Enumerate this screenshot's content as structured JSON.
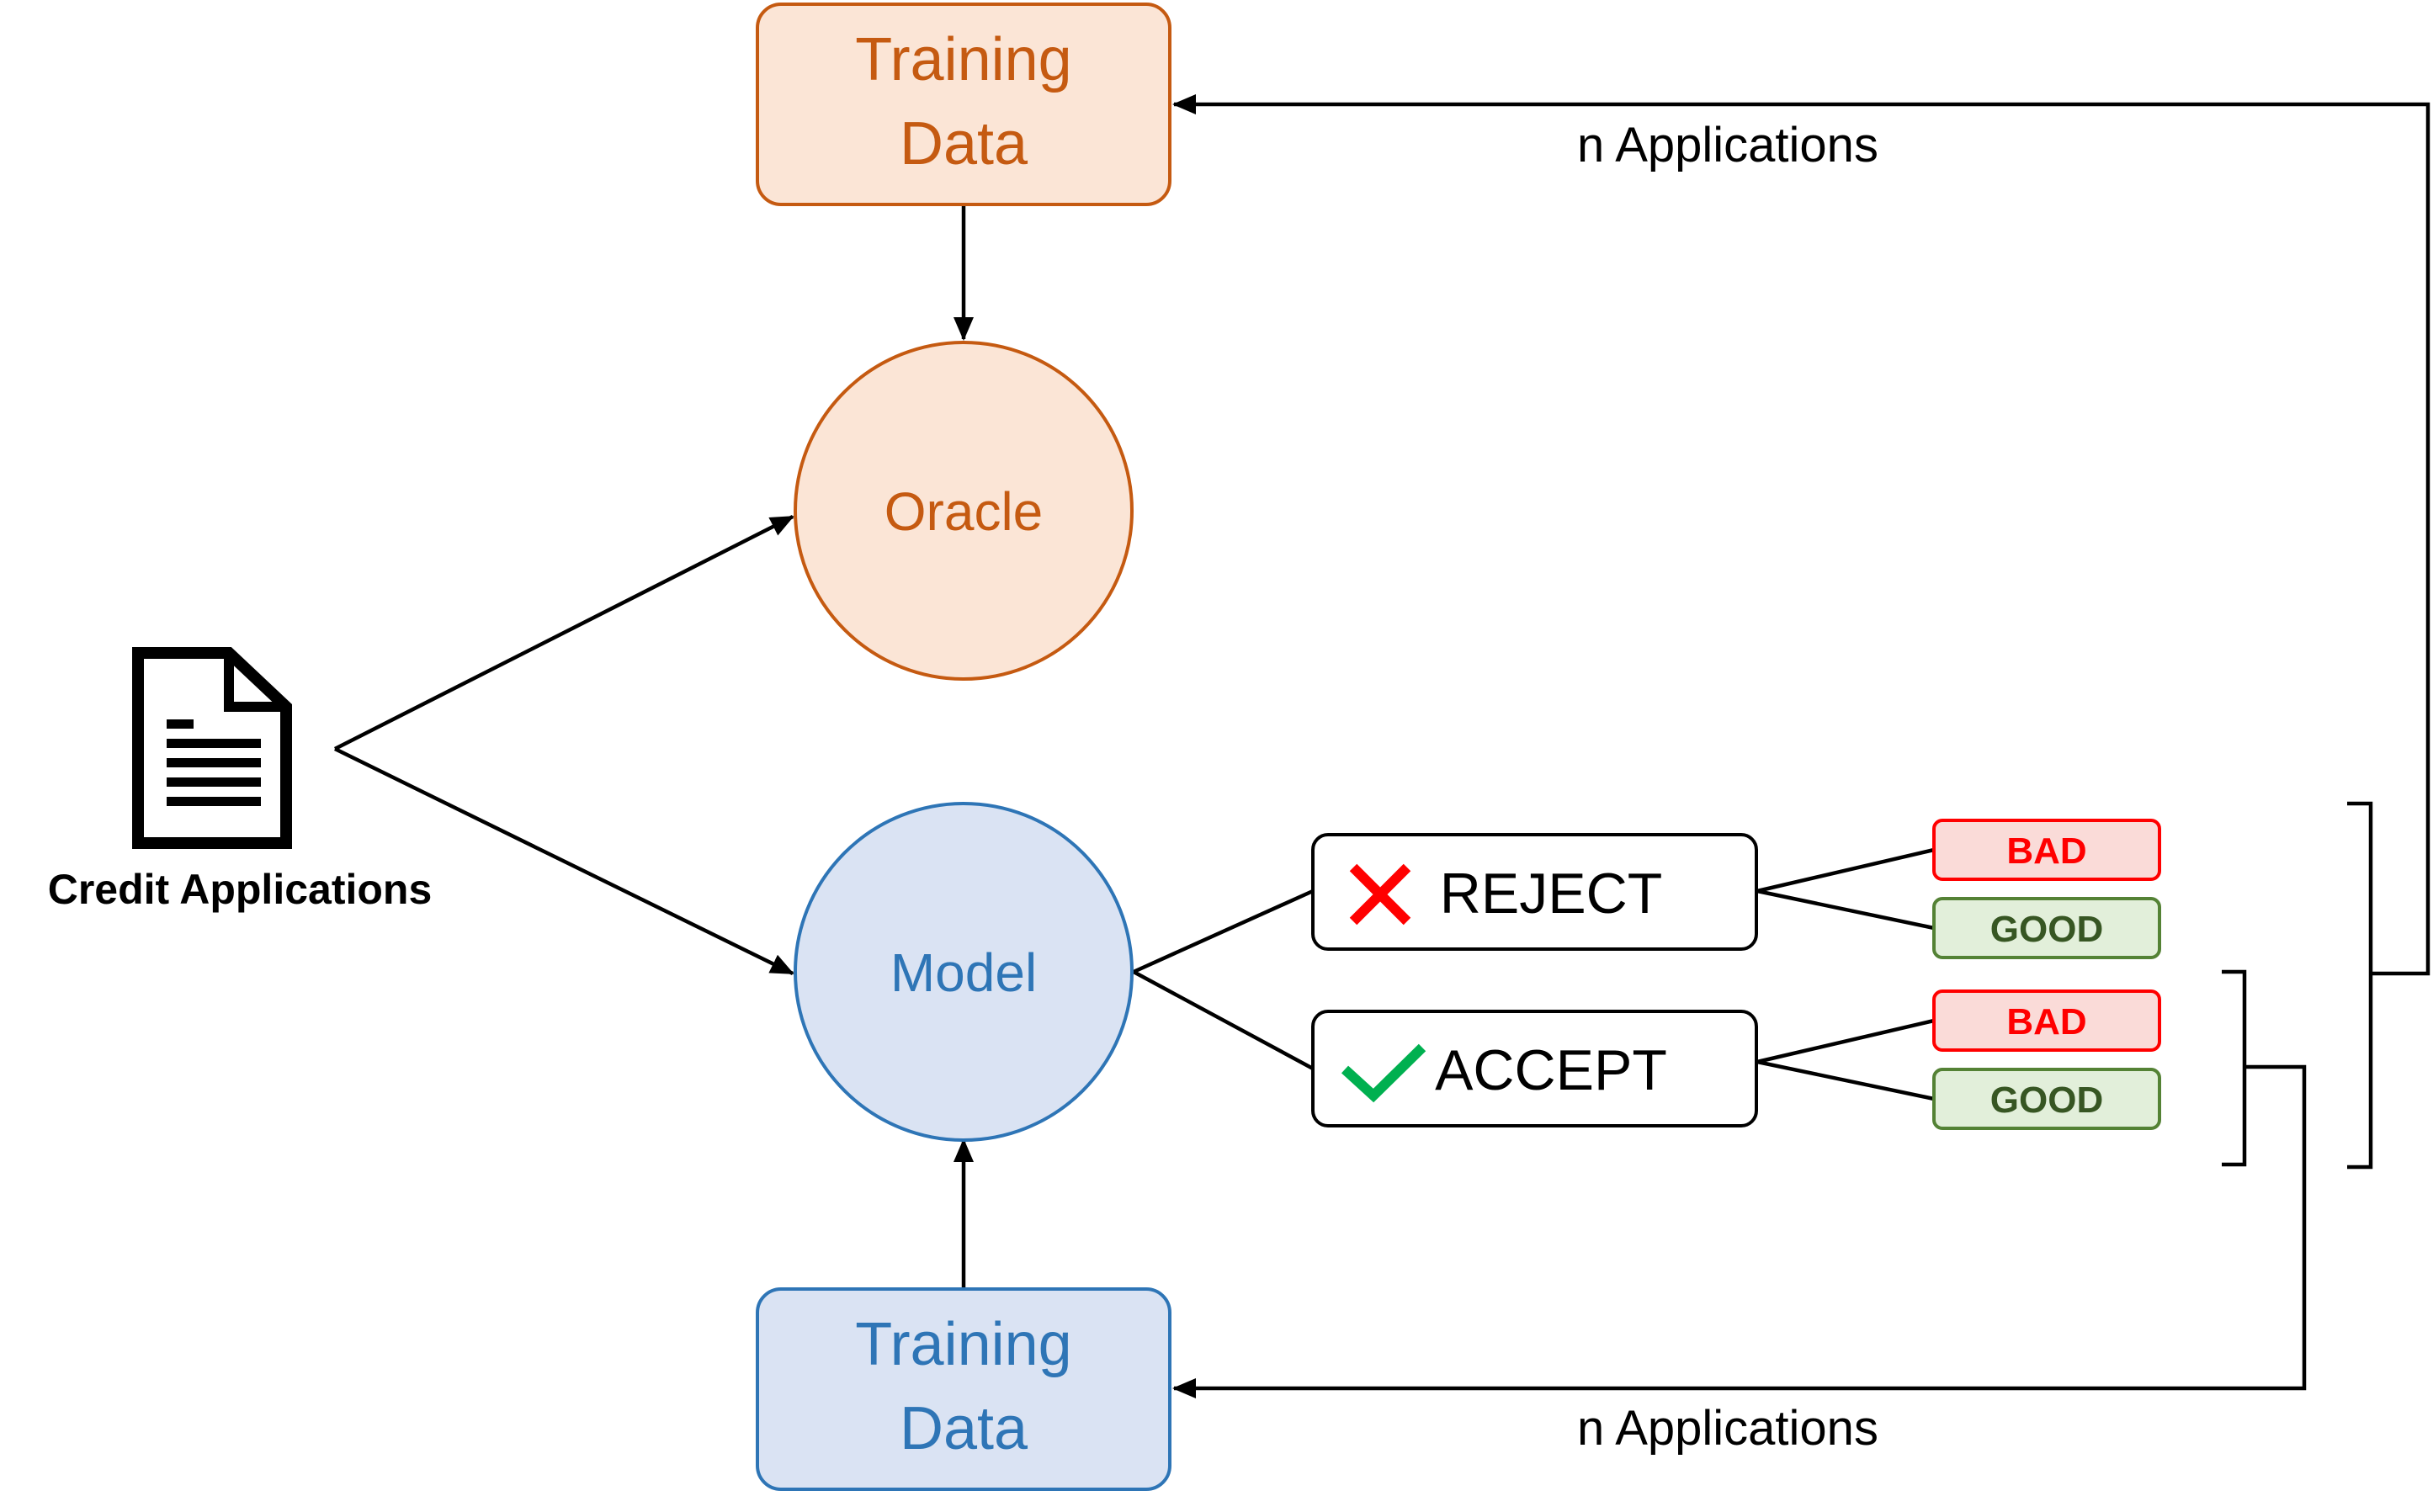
{
  "top_training_data": {
    "line1": "Training",
    "line2": "Data",
    "fill": "#FBE5D6",
    "stroke": "#C55A11",
    "text_color": "#C55A11"
  },
  "oracle": {
    "label": "Oracle",
    "fill": "#FBE5D6",
    "stroke": "#C55A11",
    "text_color": "#C55A11"
  },
  "model": {
    "label": "Model",
    "fill": "#DAE3F3",
    "stroke": "#2E75B6",
    "text_color": "#2E75B6"
  },
  "bottom_training_data": {
    "line1": "Training",
    "line2": "Data",
    "fill": "#DAE3F3",
    "stroke": "#2E75B6",
    "text_color": "#2E75B6"
  },
  "credit_applications": {
    "label": "Credit Applications",
    "icon": "document-icon"
  },
  "reject": {
    "label": "REJECT",
    "icon": "red-x-icon",
    "icon_color": "#FF0000"
  },
  "accept": {
    "label": "ACCEPT",
    "icon": "green-check-icon",
    "icon_color": "#00B050"
  },
  "outcomes": {
    "reject_bad": "BAD",
    "reject_good": "GOOD",
    "accept_bad": "BAD",
    "accept_good": "GOOD",
    "bad_fill": "#FADBD8",
    "bad_stroke": "#FF0000",
    "bad_text": "#FF0000",
    "good_fill": "#E2EFDA",
    "good_stroke": "#548235",
    "good_text": "#375623"
  },
  "feedback_top_label": "n Applications",
  "feedback_bottom_label": "n Applications"
}
